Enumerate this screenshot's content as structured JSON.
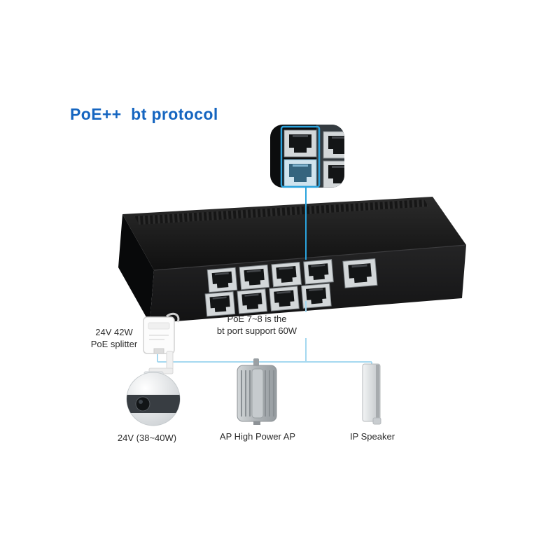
{
  "title": "PoE++  bt protocol",
  "annotations": {
    "port_note_line1": "PoE 7~8 is the",
    "port_note_line2": "bt port support 60W"
  },
  "devices": {
    "splitter": {
      "label_line1": "24V 42W",
      "label_line2": "PoE splitter"
    },
    "camera": {
      "label": "24V (38~40W)"
    },
    "ap": {
      "label": "AP High Power AP"
    },
    "speaker": {
      "label": "IP Speaker"
    }
  },
  "switch": {
    "main_ports": 8,
    "uplink_ports": 1,
    "bt_ports": "7~8"
  },
  "colors": {
    "title_blue": "#1565c0",
    "highlight_blue": "#2ba3dd",
    "line_blue": "#a5d8f0"
  }
}
